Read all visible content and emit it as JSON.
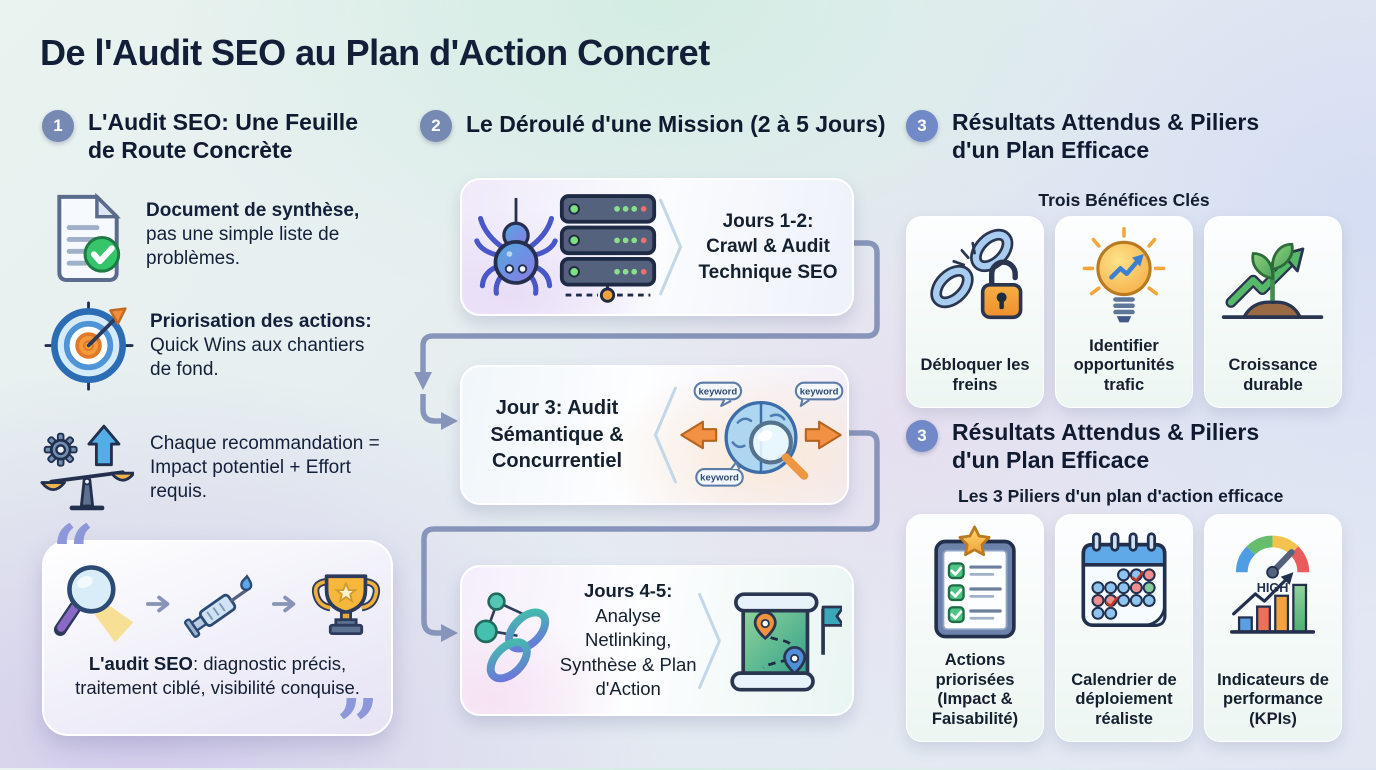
{
  "title": "De l'Audit SEO au Plan d'Action Concret",
  "col1": {
    "badge": "1",
    "heading": "L'Audit SEO: Une Feuille de Route Concrète",
    "items": [
      {
        "lead": "Document de synthèse,",
        "rest": " pas une simple liste de problèmes."
      },
      {
        "lead": "Priorisation des actions:",
        "rest": " Quick Wins aux chantiers de fond."
      },
      {
        "lead": "",
        "rest": "Chaque recommandation = Impact potentiel + Effort requis."
      }
    ],
    "quote": {
      "lead": "L'audit SEO",
      "rest": ": diagnostic précis, traitement ciblé, visibilité conquise."
    }
  },
  "col2": {
    "badge": "2",
    "heading": "Le Déroulé d'une Mission (2 à 5 Jours)",
    "steps": [
      {
        "lines": [
          "Jours 1-2:",
          "Crawl & Audit",
          "Technique SEO"
        ]
      },
      {
        "lines": [
          "Jour 3: Audit",
          "Sémantique &",
          "Concurrentiel"
        ],
        "bubbles": [
          "keyword",
          "keyword",
          "keyword"
        ]
      },
      {
        "lead": "Jours 4-5:",
        "rest": "Analyse Netlinking, Synthèse & Plan d'Action"
      }
    ]
  },
  "col3": {
    "sections": [
      {
        "badge": "3",
        "heading": "Résultats Attendus & Piliers d'un Plan Efficace",
        "subtitle": "Trois Bénéfices Clés",
        "cards": [
          {
            "label": "Débloquer les freins"
          },
          {
            "label": "Identifier opportunités trafic"
          },
          {
            "label": "Croissance durable"
          }
        ]
      },
      {
        "badge": "3",
        "heading": "Résultats Attendus & Piliers d'un Plan Efficace",
        "subtitle": "Les 3 Piliers d'un plan d'action efficace",
        "cards": [
          {
            "label": "Actions priorisées (Impact & Faisabilité)"
          },
          {
            "label": "Calendrier de déploiement réaliste"
          },
          {
            "label": "Indicateurs de performance (KPIs)"
          }
        ]
      }
    ],
    "gauge_label": "HIGH"
  },
  "colors": {
    "accent_slate": "#7589b2",
    "accent_blue_badge": "#7189c6",
    "connector": "#8895ba",
    "heading_text": "#101a30"
  }
}
